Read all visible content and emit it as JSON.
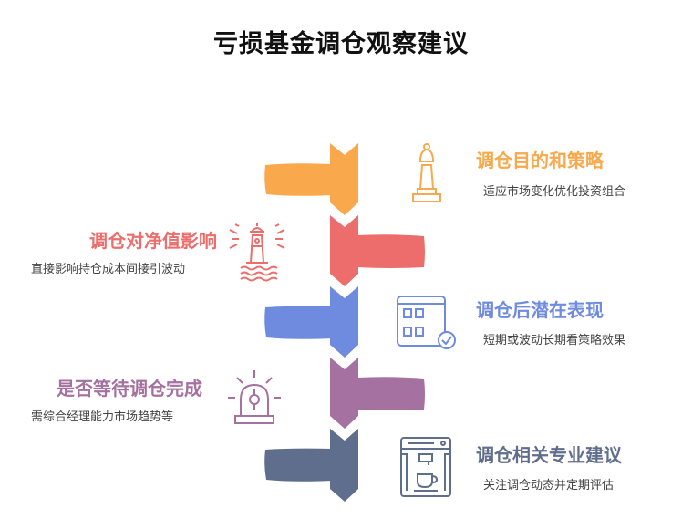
{
  "title": "亏损基金调仓观察建议",
  "steps": [
    {
      "title": "调仓目的和策略",
      "desc": "适应市场变化优化投资组合",
      "color": "#F9A94B",
      "icon": "chess-bishop-icon"
    },
    {
      "title": "调仓对净值影响",
      "desc": "直接影响持仓成本间接引波动",
      "color": "#EC6D6B",
      "icon": "lighthouse-icon"
    },
    {
      "title": "调仓后潜在表现",
      "desc": "短期或波动长期看策略效果",
      "color": "#6F8BE0",
      "icon": "dashboard-check-icon"
    },
    {
      "title": "是否等待调仓完成",
      "desc": "需综合经理能力市场趋势等",
      "color": "#A571A0",
      "icon": "alarm-light-icon"
    },
    {
      "title": "调仓相关专业建议",
      "desc": "关注调仓动态并定期评估",
      "color": "#5F6E8D",
      "icon": "coffee-machine-icon"
    }
  ]
}
